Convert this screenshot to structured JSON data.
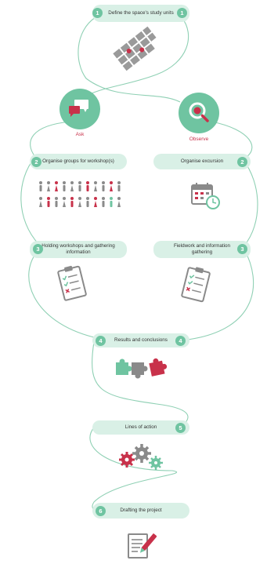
{
  "steps": {
    "define": {
      "number": "1",
      "label": "Define the space's study units"
    },
    "ask": {
      "label": "Ask"
    },
    "observe": {
      "label": "Observe"
    },
    "organise_groups": {
      "number": "2",
      "label": "Organise groups for workshop(s)"
    },
    "organise_excursion": {
      "number": "2",
      "label": "Organise excursion"
    },
    "holding_workshops": {
      "number": "3",
      "label": "Holding workshops and gathering information"
    },
    "fieldwork": {
      "number": "3",
      "label": "Fieldwork and information gathering"
    },
    "results": {
      "number": "4",
      "label": "Results and conclusions"
    },
    "lines": {
      "number": "5",
      "label": "Lines of action"
    },
    "drafting": {
      "number": "6",
      "label": "Drafting the project"
    }
  },
  "colors": {
    "accent_green": "#6fc4a1",
    "pill_bg": "#d9f0e6",
    "brand_red": "#c8314a",
    "gray": "#8a8a8a"
  },
  "icons": [
    "map-grid-icon",
    "speech-bubbles-icon",
    "magnifier-icon",
    "people-group-icon",
    "calendar-clock-icon",
    "clipboard-checklist-icon",
    "puzzle-icon",
    "gears-icon",
    "document-pen-icon"
  ]
}
